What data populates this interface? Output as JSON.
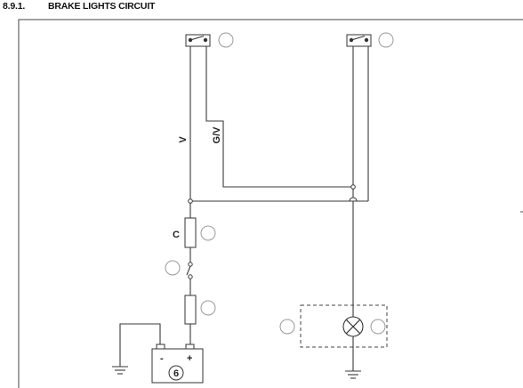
{
  "header": {
    "section_number": "8.9.1.",
    "title": "BRAKE LIGHTS CIRCUIT"
  },
  "wires": {
    "left_vertical": "V",
    "second_vertical": "G/V",
    "fuse_label": "C"
  },
  "battery": {
    "number": "6",
    "negative_symbol": "-",
    "positive_symbol": "+"
  }
}
